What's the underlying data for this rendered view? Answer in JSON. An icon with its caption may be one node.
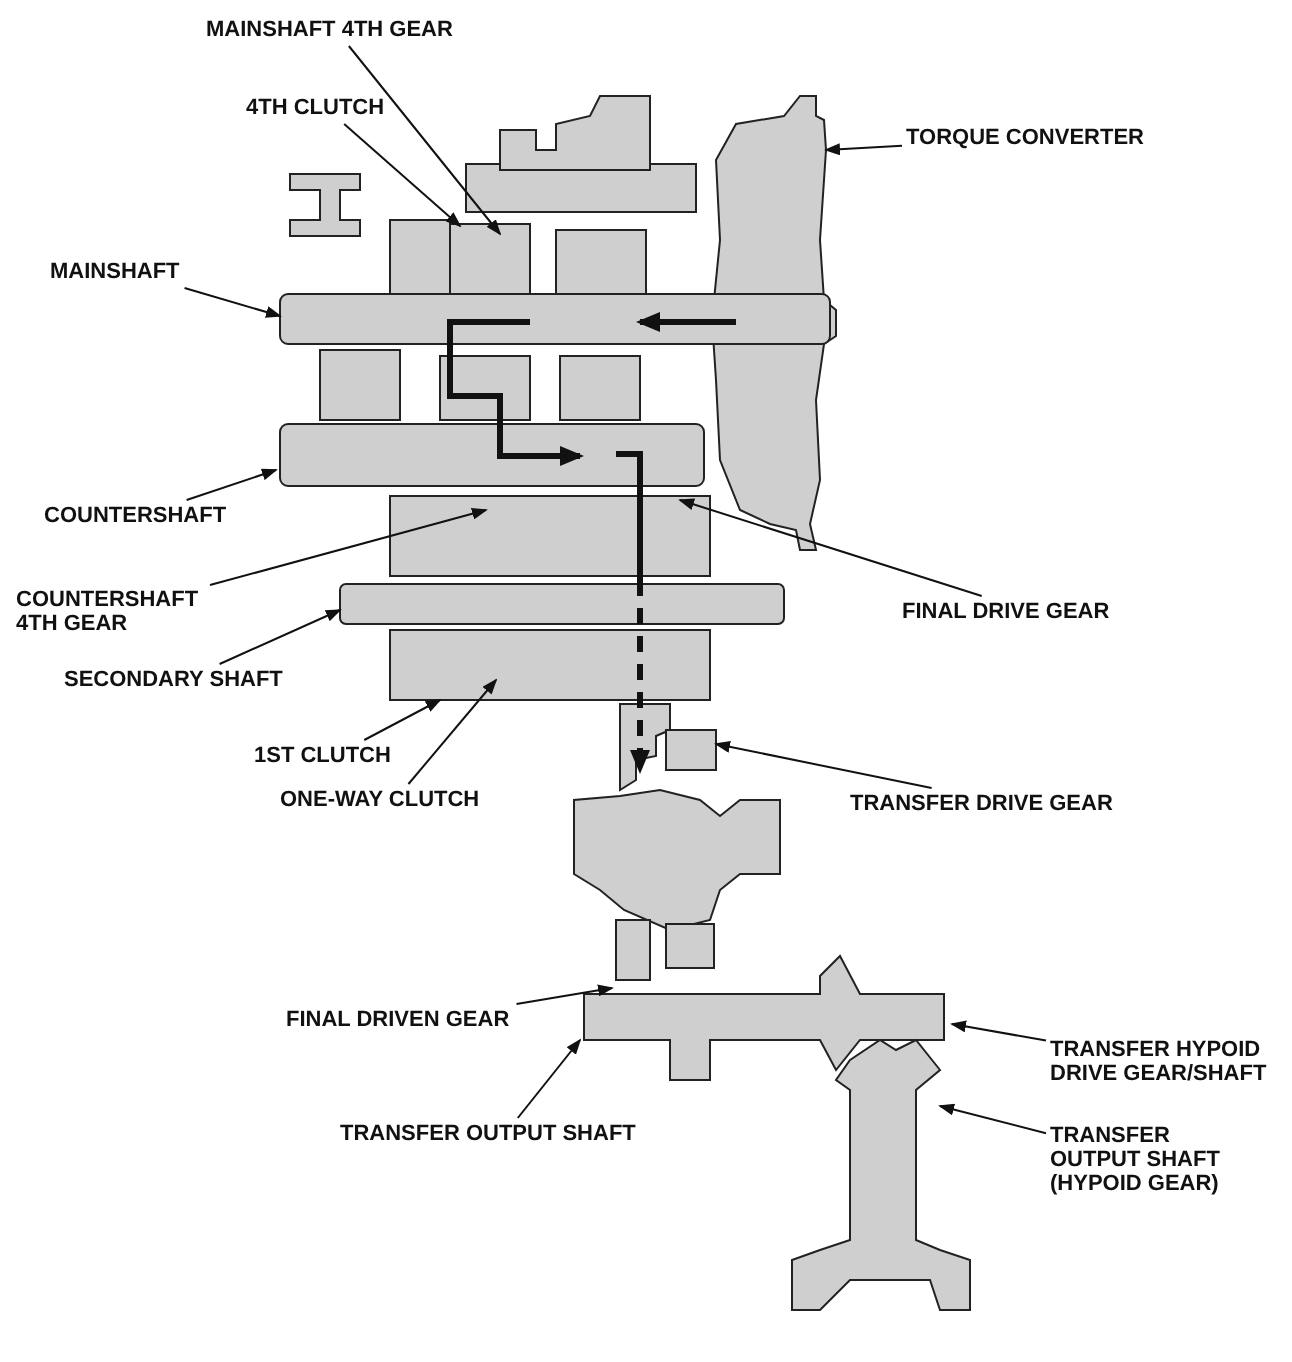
{
  "diagram": {
    "nodes": [
      {
        "text": [
          "MAINSHAFT 4TH GEAR"
        ]
      },
      {
        "text": [
          "4TH CLUTCH"
        ]
      },
      {
        "text": [
          "TORQUE CONVERTER"
        ]
      },
      {
        "text": [
          "MAINSHAFT"
        ]
      },
      {
        "text": [
          "COUNTERSHAFT"
        ]
      },
      {
        "text": [
          "COUNTERSHAFT 4TH GEAR"
        ]
      },
      {
        "text": [
          "FINAL DRIVE GEAR"
        ]
      },
      {
        "text": [
          "SECONDARY SHAFT"
        ]
      },
      {
        "text": [
          "1ST CLUTCH"
        ]
      },
      {
        "text": [
          "ONE-WAY CLUTCH"
        ]
      },
      {
        "text": [
          "TRANSFER DRIVE GEAR"
        ]
      },
      {
        "text": [
          "FINAL DRIVEN GEAR"
        ]
      },
      {
        "text": [
          "TRANSFER OUTPUT SHAFT"
        ]
      },
      {
        "text": [
          "TRANSFER HYPOID DRIVE GEAR/SHAFT"
        ]
      },
      {
        "text": [
          "TRANSFER OUTPUT SHAFT (HYPOID GEAR)"
        ]
      }
    ],
    "edges": [
      {
        "from": 0,
        "to": null,
        "arrow": "to"
      },
      {
        "from": 1,
        "to": null,
        "arrow": "to"
      },
      {
        "from": 2,
        "to": null,
        "arrow": "to"
      },
      {
        "from": 3,
        "to": null,
        "arrow": "to"
      },
      {
        "from": 4,
        "to": null,
        "arrow": "to"
      },
      {
        "from": 5,
        "to": null,
        "arrow": "to"
      },
      {
        "from": 6,
        "to": null,
        "arrow": "to"
      },
      {
        "from": 7,
        "to": null,
        "arrow": "to"
      },
      {
        "from": 8,
        "to": null,
        "arrow": "to"
      },
      {
        "from": 9,
        "to": null,
        "arrow": "to"
      },
      {
        "from": 10,
        "to": null,
        "arrow": "to"
      },
      {
        "from": 11,
        "to": null,
        "arrow": "to"
      },
      {
        "from": 12,
        "to": null,
        "arrow": "to"
      },
      {
        "from": 13,
        "to": null,
        "arrow": "to"
      },
      {
        "from": 14,
        "to": null,
        "arrow": "to"
      }
    ]
  }
}
